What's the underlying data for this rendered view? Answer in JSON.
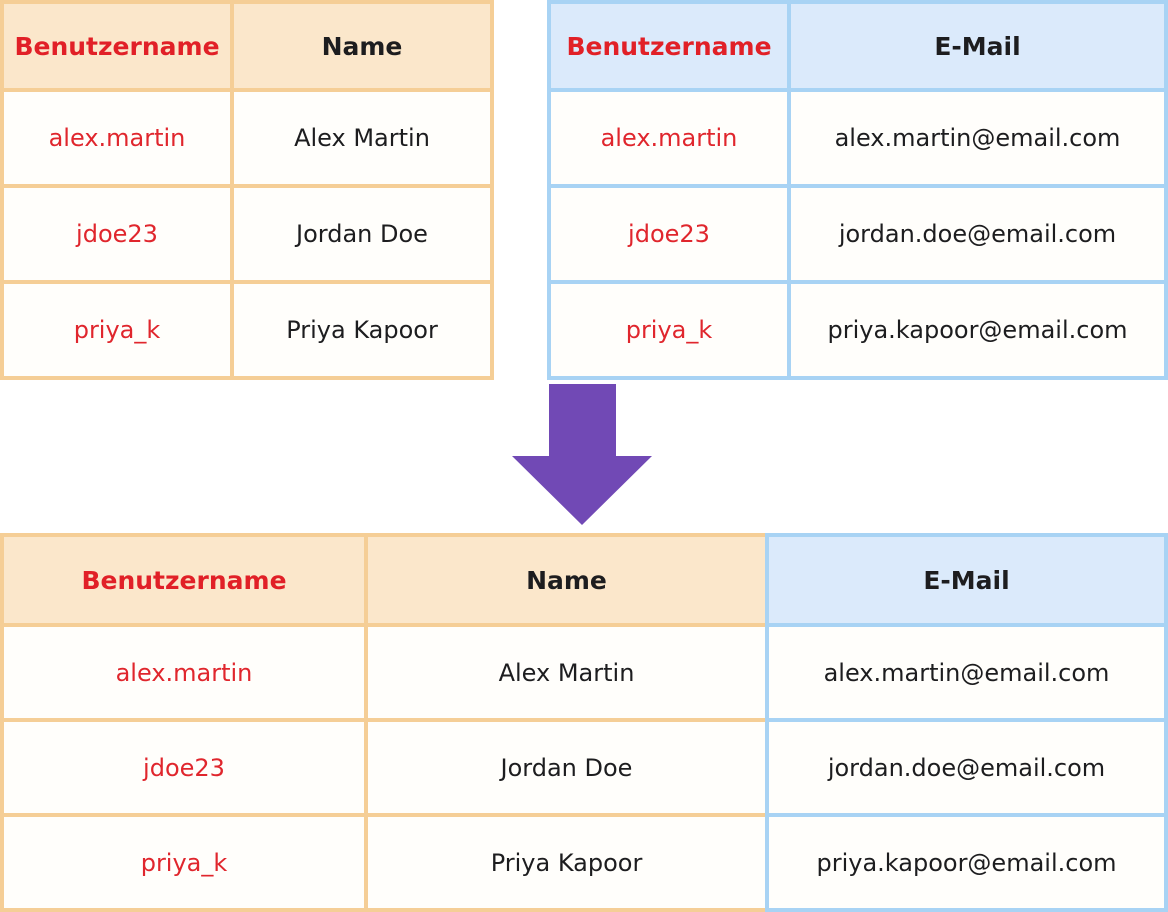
{
  "diagram": {
    "description_icon": "table-join-diagram",
    "arrow_icon": "down-arrow"
  },
  "tables": {
    "users": {
      "columns": [
        "Benutzername",
        "Name"
      ],
      "rows": [
        [
          "alex.martin",
          "Alex Martin"
        ],
        [
          "jdoe23",
          "Jordan Doe"
        ],
        [
          "priya_k",
          "Priya Kapoor"
        ]
      ]
    },
    "emails": {
      "columns": [
        "Benutzername",
        "E-Mail"
      ],
      "rows": [
        [
          "alex.martin",
          "alex.martin@email.com"
        ],
        [
          "jdoe23",
          "jordan.doe@email.com"
        ],
        [
          "priya_k",
          "priya.kapoor@email.com"
        ]
      ]
    },
    "joined": {
      "columns": [
        "Benutzername",
        "Name",
        "E-Mail"
      ],
      "rows": [
        [
          "alex.martin",
          "Alex Martin",
          "alex.martin@email.com"
        ],
        [
          "jdoe23",
          "Jordan Doe",
          "jordan.doe@email.com"
        ],
        [
          "priya_k",
          "Priya Kapoor",
          "priya.kapoor@email.com"
        ]
      ]
    }
  },
  "colors": {
    "orange_border": "#F5CE96",
    "orange_header_bg": "#FBE7CB",
    "blue_border": "#A8D3F4",
    "blue_header_bg": "#DBEAFB",
    "key_column_red": "#E12027",
    "arrow_purple": "#7149B5",
    "cell_bg": "#FFFEFB",
    "text_black": "#1D1D1F"
  }
}
